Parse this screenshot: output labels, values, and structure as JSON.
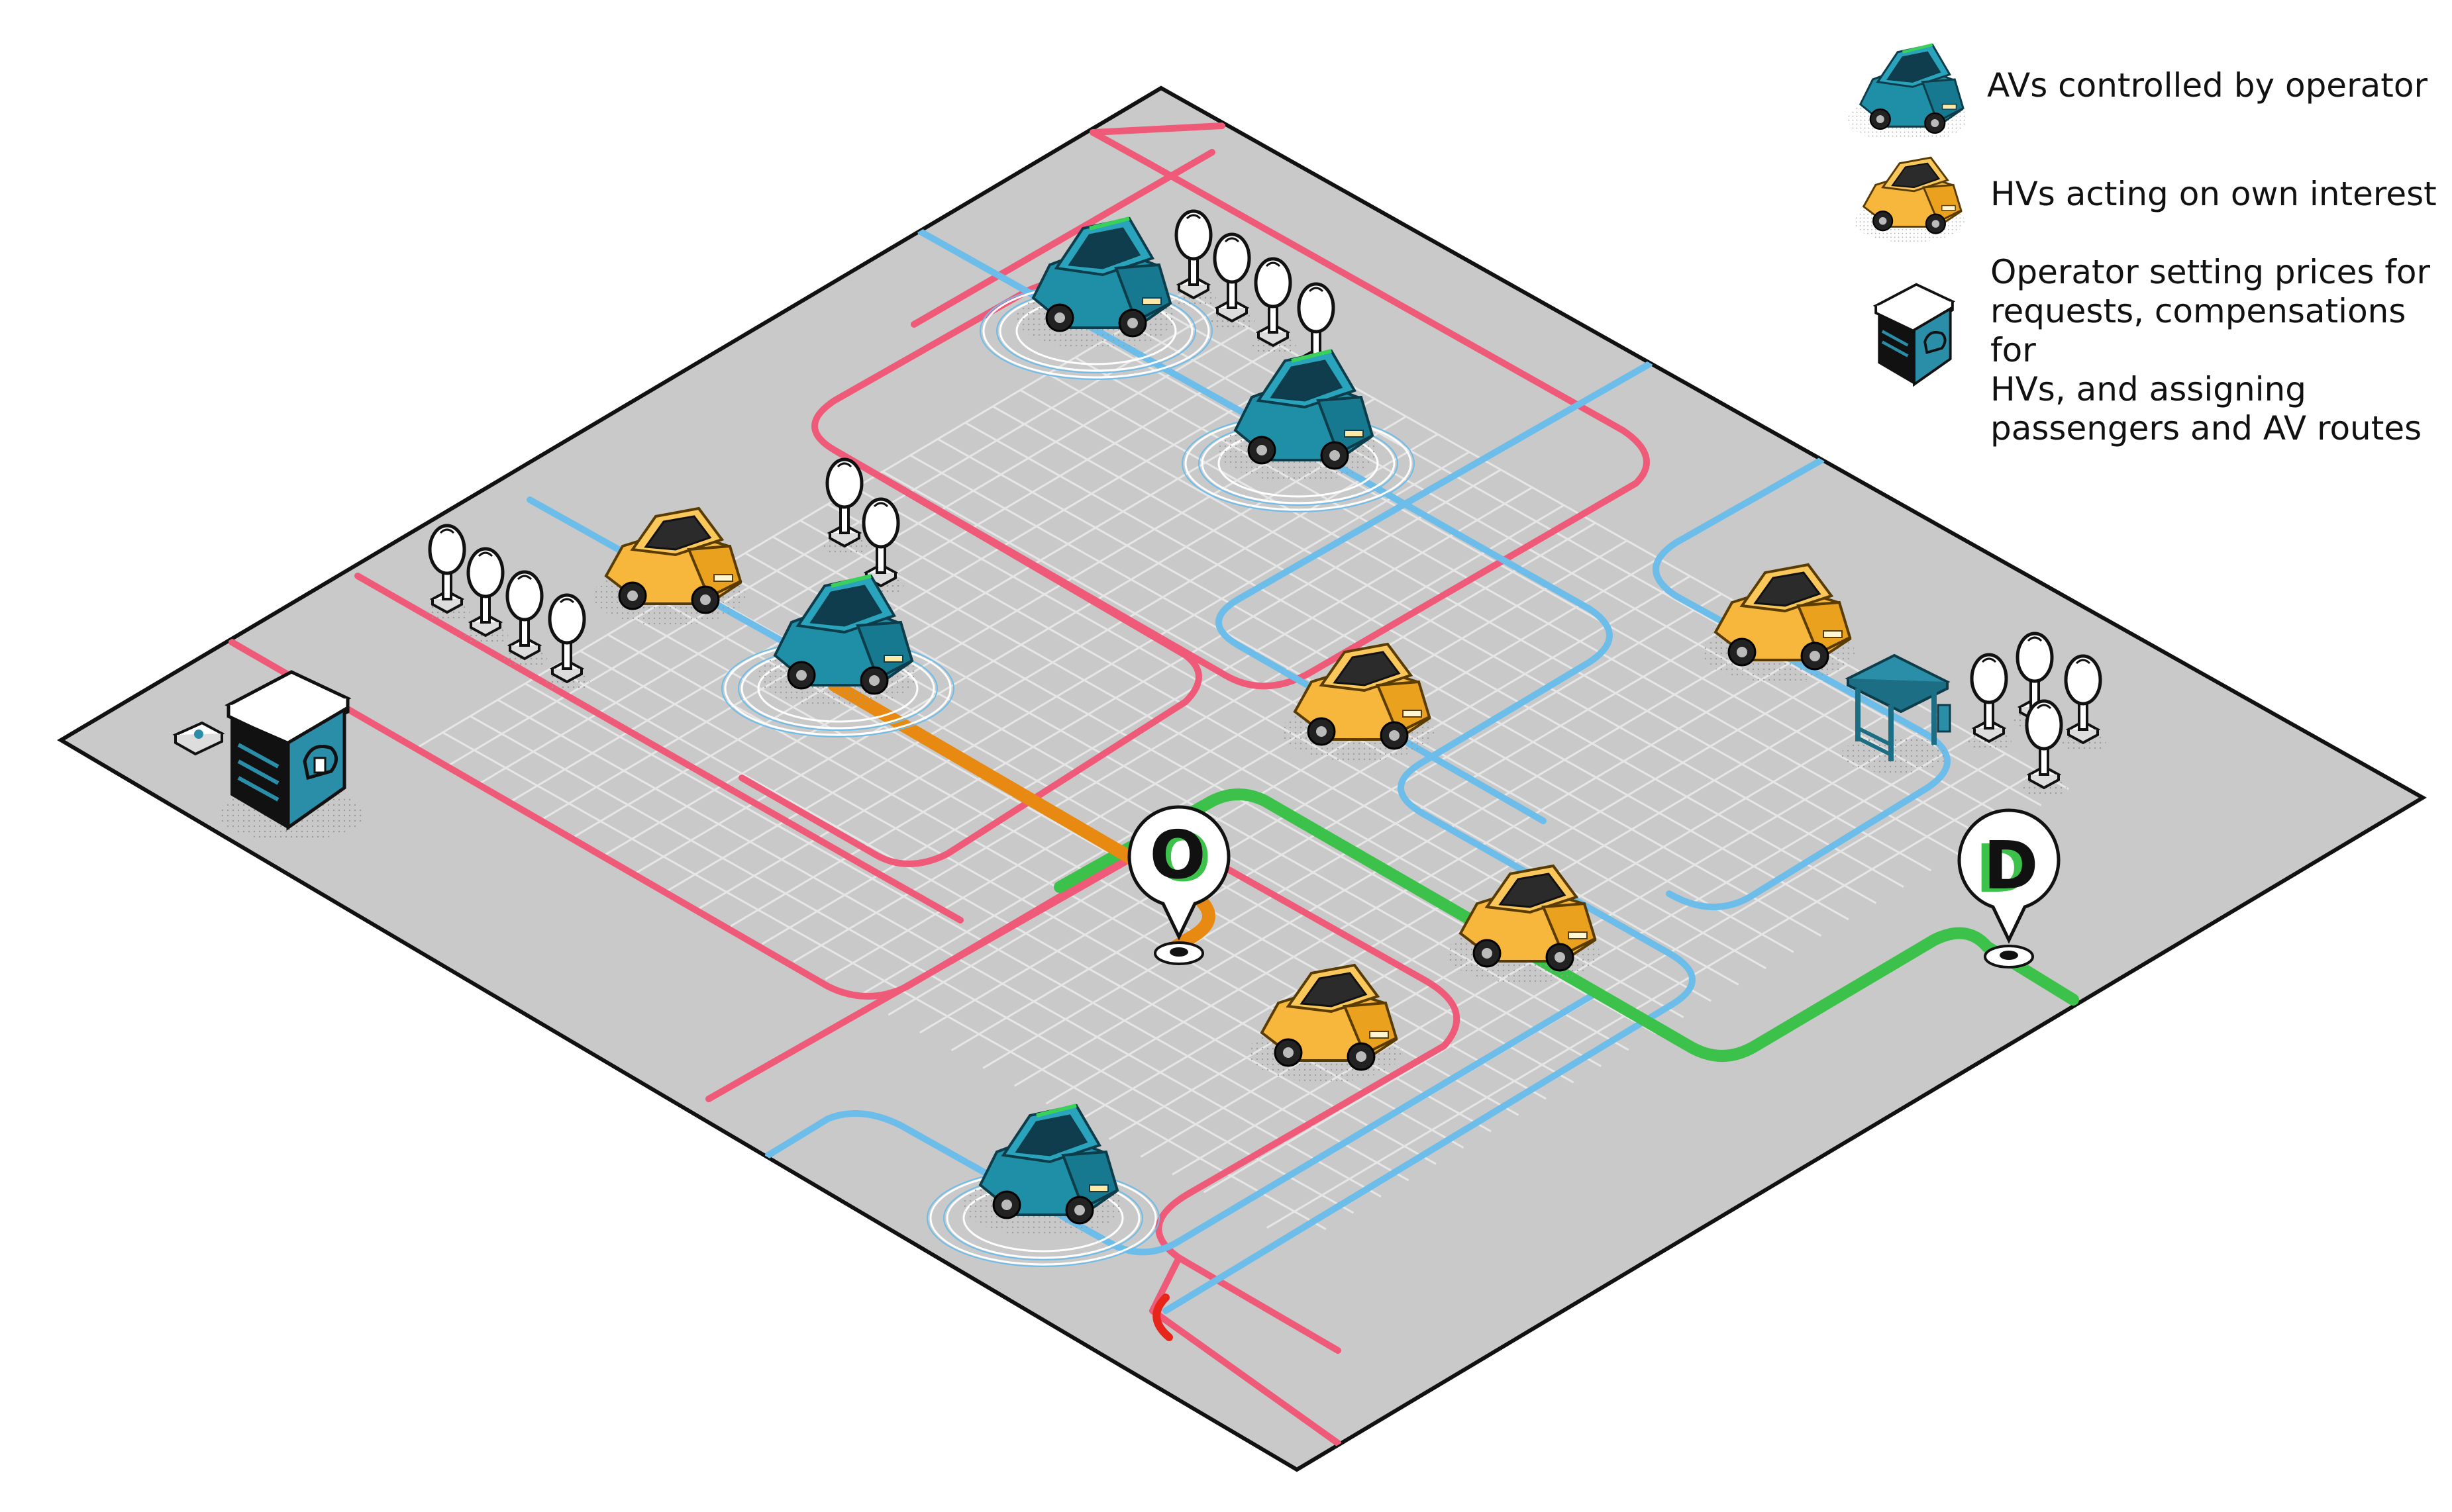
{
  "legend": {
    "av_label": "AVs controlled by operator",
    "hv_label": "HVs acting on own interest",
    "operator_lines": [
      "Operator setting prices for",
      "requests, compensations for",
      "HVs, and assigning",
      "passengers and AV routes"
    ]
  },
  "markers": {
    "origin": "O",
    "destination": "D"
  },
  "colors": {
    "ground": "#c9c9c9",
    "grid": "#eeeeee",
    "red_route": "#ee5a78",
    "blue_route": "#6cbde9",
    "green_route": "#3cc24a",
    "orange_route": "#e88a12",
    "av_body": "#1f8fa8",
    "hv_body": "#f6b73c"
  },
  "icons": {
    "av": "autonomous-car-icon",
    "hv": "human-driven-car-icon",
    "operator": "operator-server-icon",
    "tree": "tree-icon",
    "bus_stop": "bus-stop-icon"
  }
}
